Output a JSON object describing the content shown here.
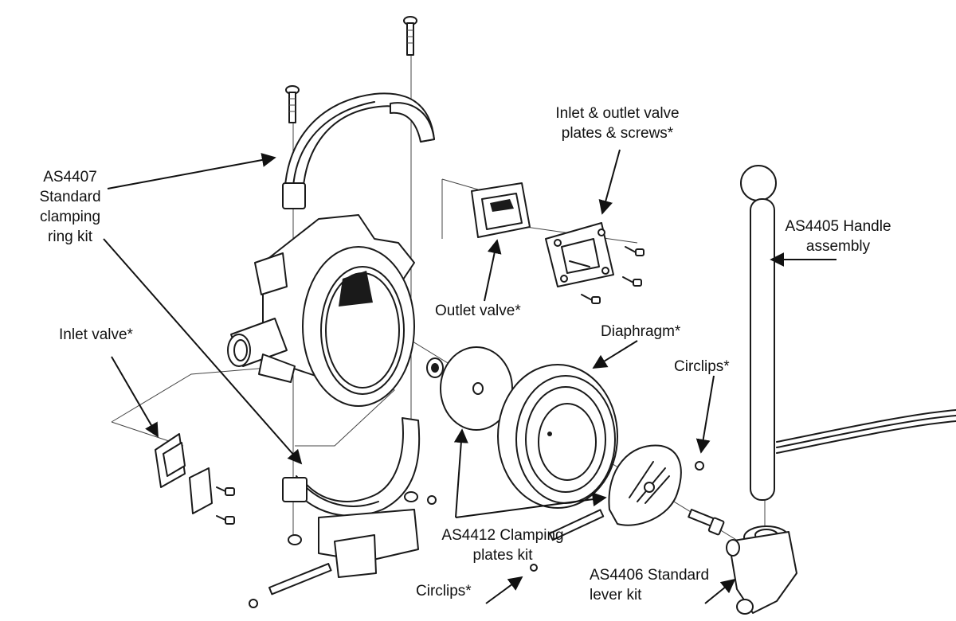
{
  "labels": {
    "clamping_ring": [
      "AS4407",
      "Standard",
      "clamping",
      "ring kit"
    ],
    "valve_plates": [
      "Inlet & outlet valve",
      "plates & screws*"
    ],
    "handle": [
      "AS4405 Handle",
      "assembly"
    ],
    "outlet_valve": "Outlet valve*",
    "diaphragm": "Diaphragm*",
    "inlet_valve": "Inlet valve*",
    "circlips_right": "Circlips*",
    "clamping_plates": [
      "AS4412 Clamping",
      "plates kit"
    ],
    "circlips_bottom": "Circlips*",
    "lever_kit": [
      "AS4406 Standard",
      "lever kit"
    ]
  }
}
